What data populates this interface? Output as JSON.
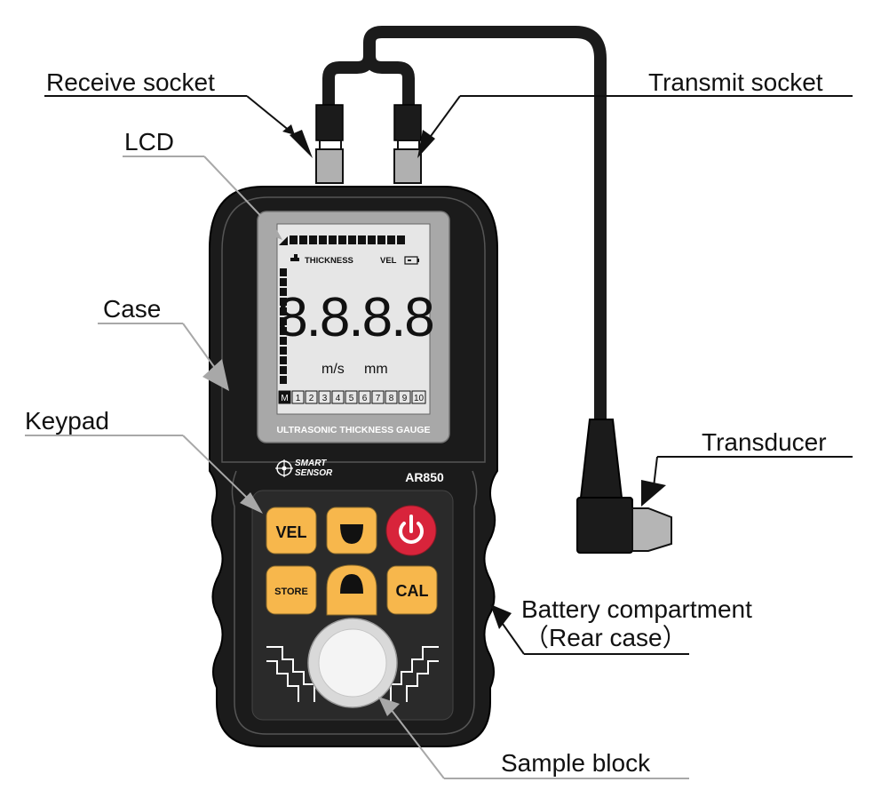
{
  "labels": {
    "receive_socket": "Receive socket",
    "transmit_socket": "Transmit socket",
    "lcd": "LCD",
    "case": "Case",
    "keypad": "Keypad",
    "transducer": "Transducer",
    "battery_line1": "Battery compartment",
    "battery_line2": "（Rear case）",
    "sample_block": "Sample block"
  },
  "device": {
    "lcd_top_label": "THICKNESS",
    "lcd_vel_label": "VEL",
    "lcd_digits": "8.8.8.8",
    "lcd_unit_ms": "m/s",
    "lcd_unit_mm": "mm",
    "lcd_memory": [
      "M",
      "1",
      "2",
      "3",
      "4",
      "5",
      "6",
      "7",
      "8",
      "9",
      "10"
    ],
    "product_name": "ULTRASONIC THICKNESS GAUGE",
    "brand_line1": "SMART",
    "brand_line2": "SENSOR",
    "model": "AR850",
    "keys": {
      "vel": "VEL",
      "store": "STORE",
      "cal": "CAL"
    }
  },
  "colors": {
    "body": "#1b1b1b",
    "key_yellow": "#f7b74c",
    "power_red": "#d8243b",
    "lcd_bg": "#e6e6e6",
    "bezel": "#a8a8a8",
    "leader": "#a8a8a8"
  }
}
